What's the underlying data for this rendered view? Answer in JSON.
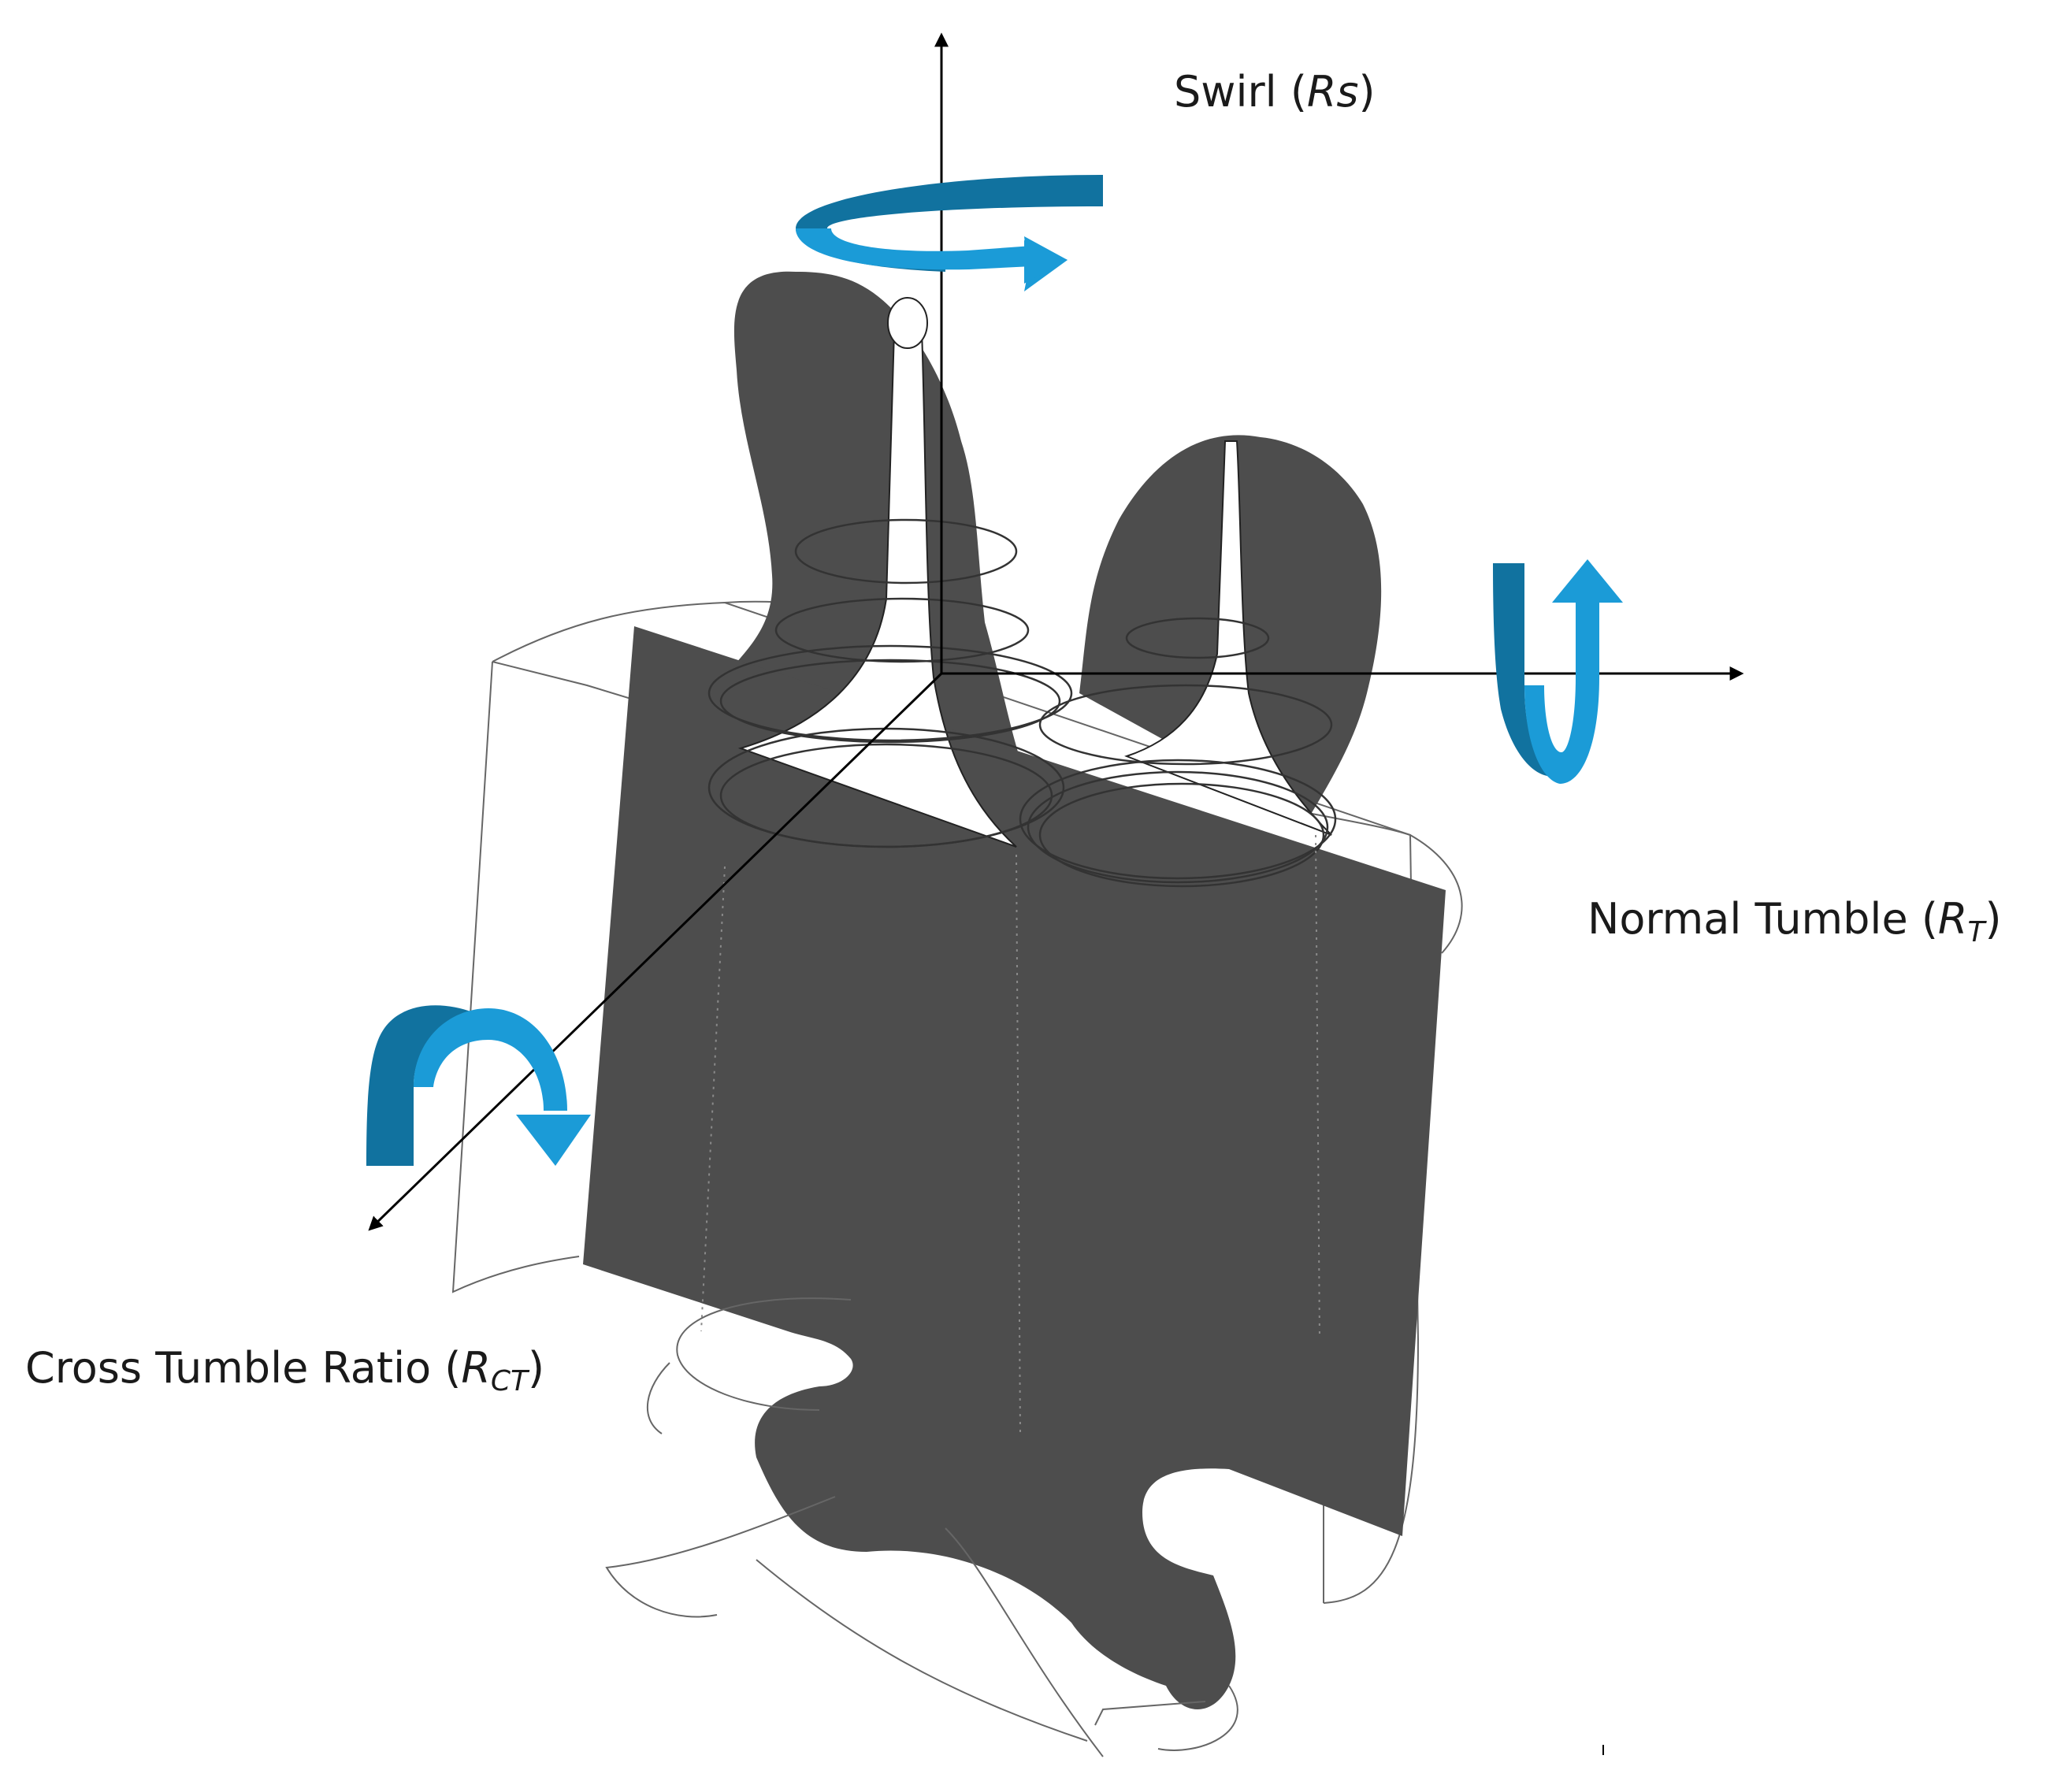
{
  "labels": {
    "swirl": {
      "text": "Swirl (",
      "symbol": "Rs",
      "sub": "",
      "close": ")"
    },
    "normal_tumble": {
      "text": "Normal Tumble (",
      "symbol": "R",
      "sub": "T",
      "close": ")"
    },
    "cross_tumble": {
      "text": "Cross Tumble Ratio (",
      "symbol": "R",
      "sub": "CT",
      "close": ")"
    }
  },
  "colors": {
    "solid": "#4d4d4d",
    "outline": "#555555",
    "axis": "#000000",
    "arrow_light": "#1b9bd7",
    "arrow_dark": "#11729f"
  }
}
